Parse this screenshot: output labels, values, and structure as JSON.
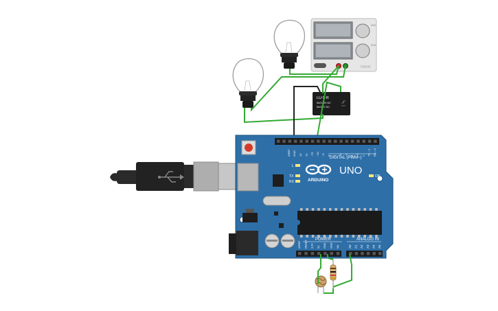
{
  "board": {
    "logo_text": "ARDUINO",
    "model": "UNO",
    "digital_header": "DIGITAL (PWM~)",
    "power_header": "POWER",
    "analog_header": "ANALOG IN",
    "on_label": "ON",
    "l_label": "L",
    "tx_label": "TX",
    "rx_label": "RX",
    "aref": "AREF",
    "gnd": "GND",
    "digital_pins": [
      "13",
      "12",
      "~11",
      "~10",
      "~9",
      "8",
      "7",
      "~6",
      "~5",
      "4",
      "~3",
      "2",
      "TX→1",
      "RX←0"
    ],
    "power_pins": [
      "IOREF",
      "RESET",
      "3.3V",
      "5V",
      "GND",
      "GND",
      "Vin"
    ],
    "analog_pins": [
      "A0",
      "A1",
      "A2",
      "A3",
      "A4",
      "A5"
    ]
  },
  "relay": {
    "model": "LU-5-R",
    "line1": "5A/125V AC",
    "line2": "5A/24V DC"
  },
  "power_supply": {
    "label": "NNNN",
    "knob1_label": "20V",
    "knob2_label": "20V"
  },
  "colors": {
    "board": "#2e6fa8",
    "wire_green": "#33aa33",
    "wire_black": "#222222"
  }
}
